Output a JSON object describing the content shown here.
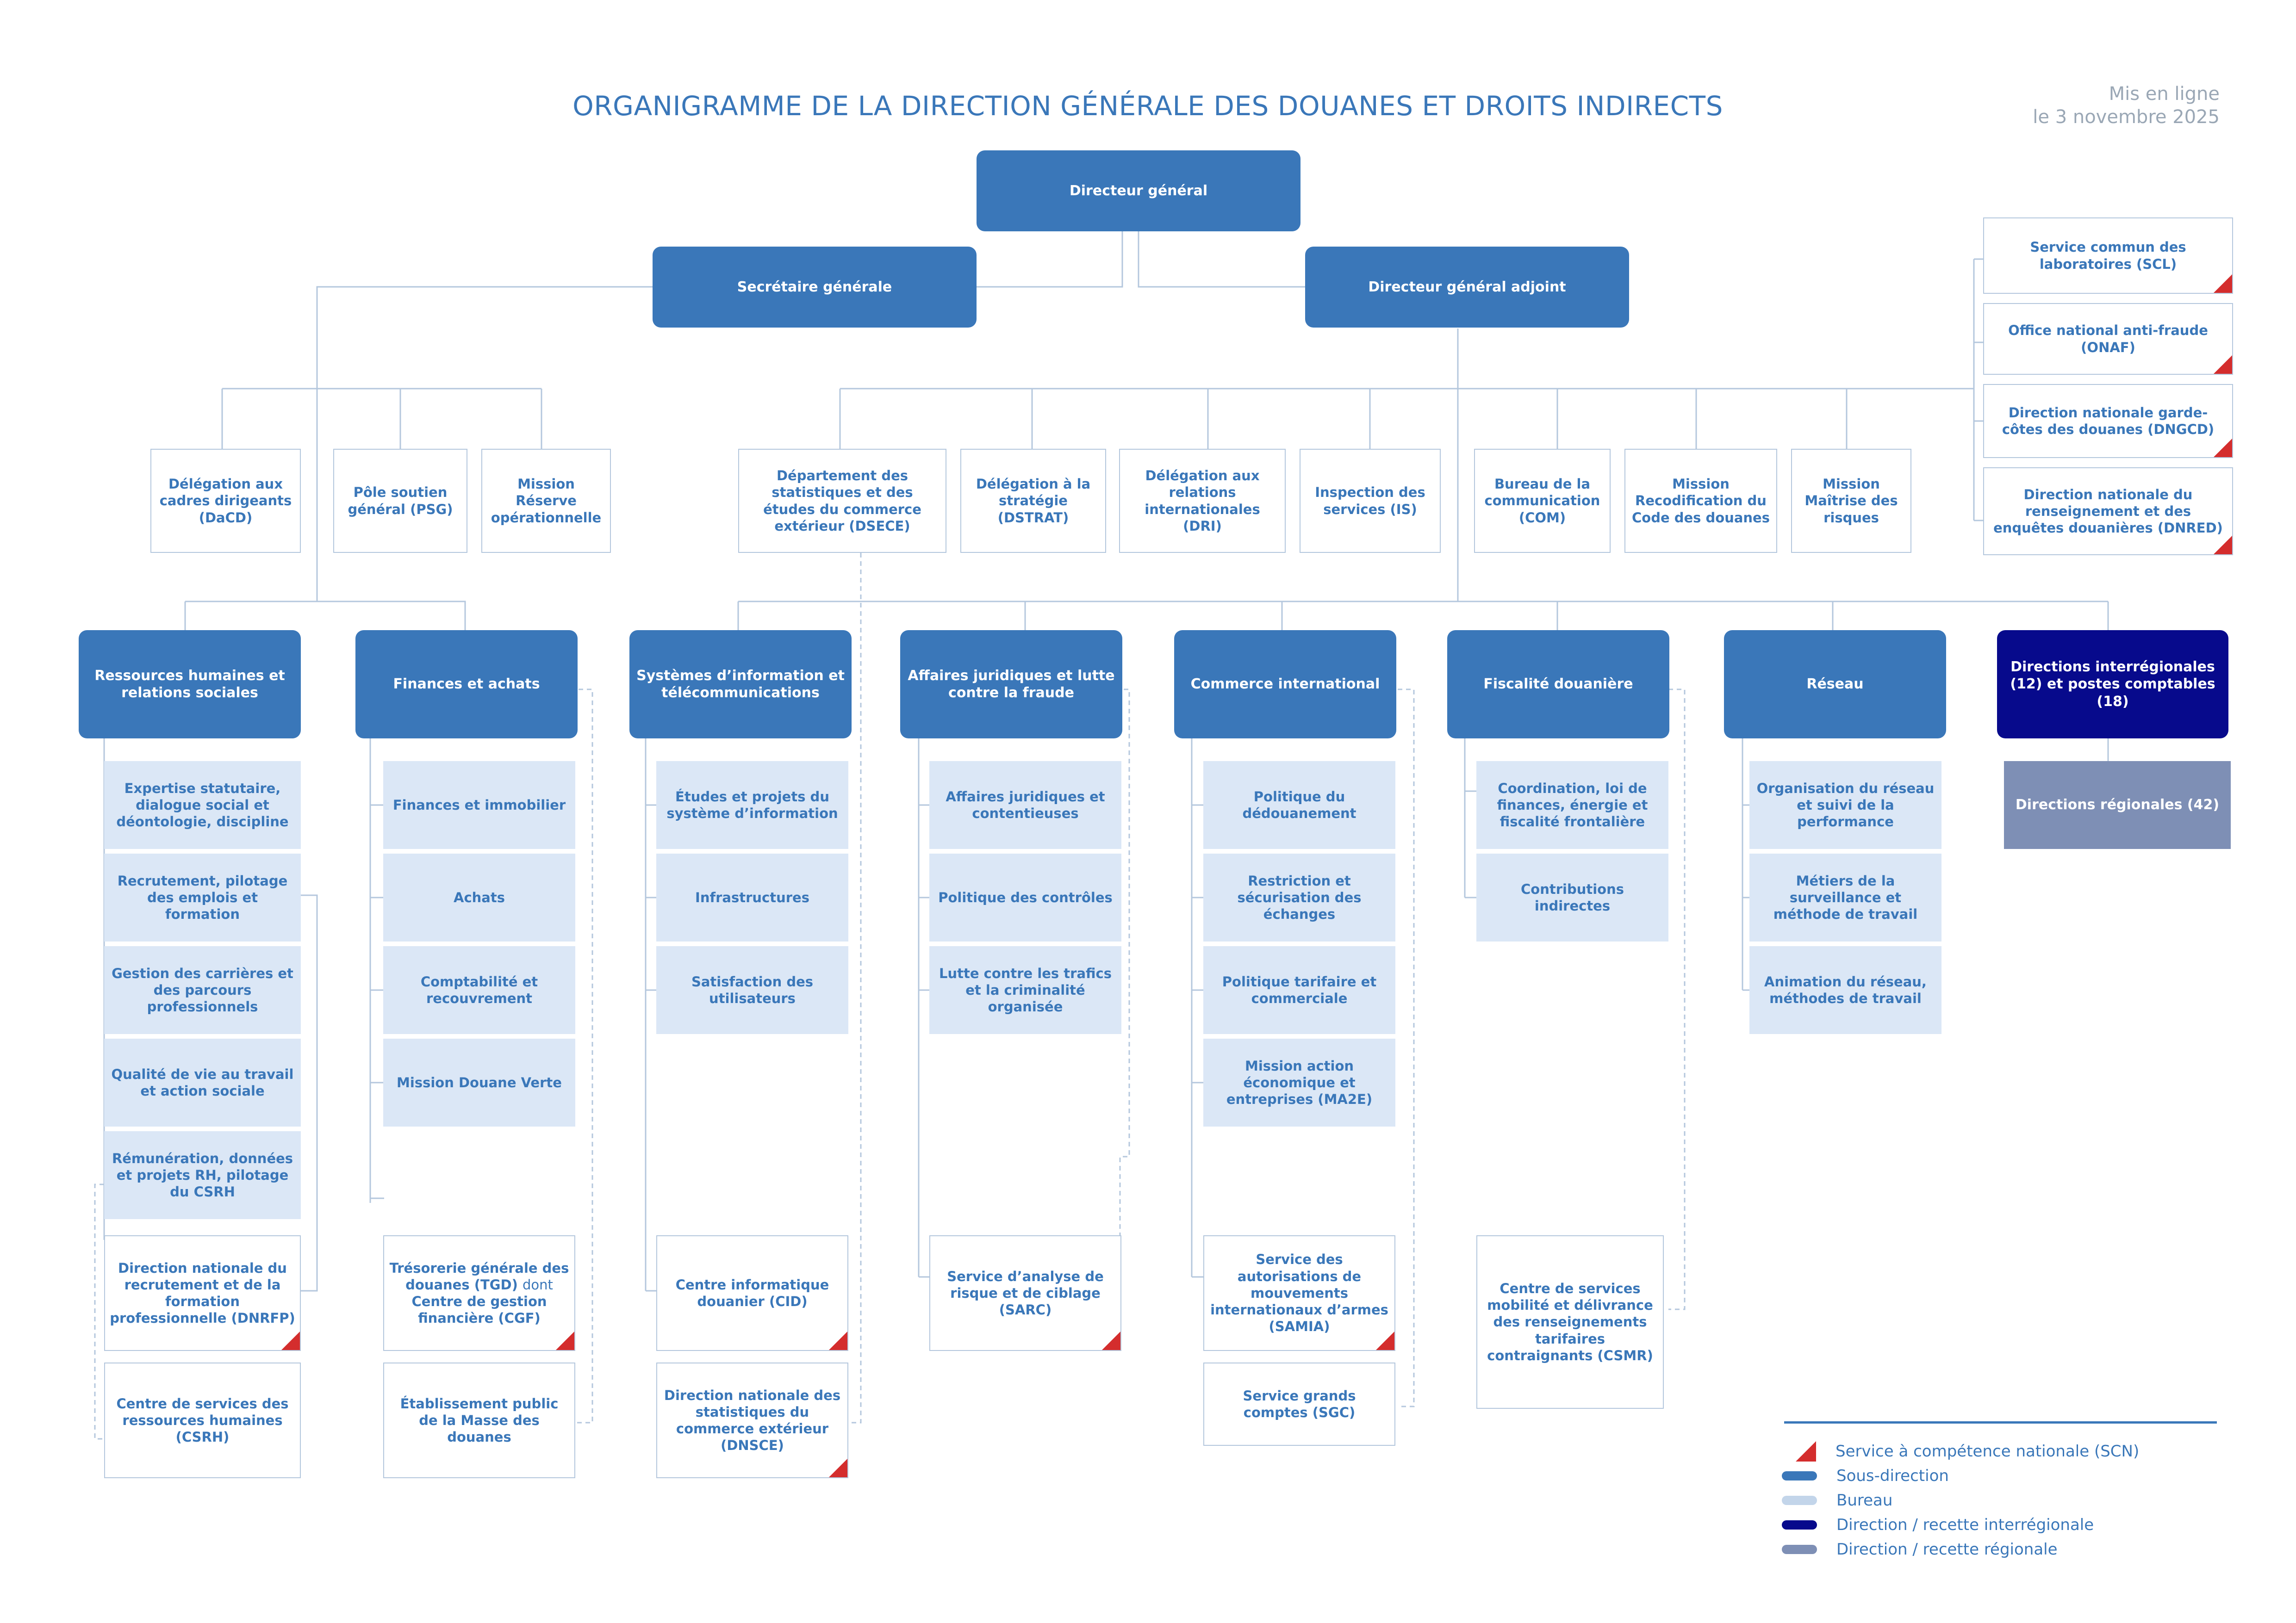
{
  "title": "ORGANIGRAMME DE LA DIRECTION GÉNÉRALE DES DOUANES ET DROITS INDIRECTS",
  "publication": {
    "line1": "Mis en ligne",
    "line2": "le 3 novembre 2025"
  },
  "colors": {
    "sous_direction": "#3a77b9",
    "bureau": "#dbe7f6",
    "interregionale": "#070a8c",
    "regionale": "#7e8fb5",
    "scn": "#d42d2d",
    "line": "#b4c7dd"
  },
  "top": {
    "dg": "Directeur général",
    "sg": "Secrétaire générale",
    "dga": "Directeur général adjoint"
  },
  "sg_units": {
    "dacd": "Délégation aux cadres dirigeants (DaCD)",
    "psg": "Pôle soutien général (PSG)",
    "mission_reserve": "Mission Réserve opérationnelle"
  },
  "dga_units": {
    "dsece": "Département des statistiques et des études du commerce extérieur (DSECE)",
    "dstrat": "Délégation à la stratégie (DSTRAT)",
    "dri": "Délégation aux relations internationales (DRI)",
    "is": "Inspection des services (IS)",
    "com": "Bureau de la communication (COM)",
    "mission_code": "Mission Recodification du Code des douanes",
    "mission_risques": "Mission Maîtrise des risques"
  },
  "scn_right": {
    "scl": "Service commun des laboratoires (SCL)",
    "onaf": "Office national anti-fraude (ONAF)",
    "dngcd": "Direction nationale garde-côtes des douanes (DNGCD)",
    "dnred": "Direction nationale du renseignement et des enquêtes douanières (DNRED)"
  },
  "sd": {
    "rh": {
      "title": "Ressources humaines et relations sociales",
      "b1": "Expertise statutaire, dialogue social et déontologie, discipline",
      "b2": "Recrutement, pilotage des emplois et formation",
      "b3": "Gestion des carrières et des parcours professionnels",
      "b4": "Qualité de vie au travail et action sociale",
      "b5": "Rémunération, données et projets RH, pilotage du CSRH",
      "s1": "Direction nationale du recrutement et de la formation professionnelle (DNRFP)",
      "s2": "Centre de services des ressources humaines (CSRH)"
    },
    "fin": {
      "title": "Finances et achats",
      "b1": "Finances et immobilier",
      "b2": "Achats",
      "b3": "Comptabilité et recouvrement",
      "b4": "Mission Douane Verte",
      "s1a": "Trésorerie générale des douanes (TGD)",
      "s1b": "dont",
      "s1c": "Centre de gestion financière (CGF)",
      "s2": "Établissement public de la Masse des douanes"
    },
    "si": {
      "title": "Systèmes d’information et télécommunications",
      "b1": "Études et projets du système d’information",
      "b2": "Infrastructures",
      "b3": "Satisfaction des utilisateurs",
      "s1": "Centre informatique douanier (CID)",
      "s2": "Direction nationale des statistiques du commerce extérieur (DNSCE)"
    },
    "aj": {
      "title": "Affaires juridiques et lutte contre la fraude",
      "b1": "Affaires juridiques et contentieuses",
      "b2": "Politique des contrôles",
      "b3": "Lutte contre les trafics et la criminalité organisée",
      "s1": "Service d’analyse de risque et de ciblage (SARC)"
    },
    "ci": {
      "title": "Commerce international",
      "b1": "Politique du dédouanement",
      "b2": "Restriction et sécurisation des échanges",
      "b3": "Politique tarifaire et commerciale",
      "b4": "Mission action économique et entreprises (MA2E)",
      "s1": "Service des autorisations de mouvements internationaux d’armes (SAMIA)",
      "s2": "Service grands comptes (SGC)"
    },
    "fisc": {
      "title": "Fiscalité douanière",
      "b1": "Coordination, loi de finances, énergie et fiscalité frontalière",
      "b2": "Contributions indirectes",
      "s1": "Centre de services mobilité et délivrance des renseignements tarifaires contraignants (CSMR)"
    },
    "res": {
      "title": "Réseau",
      "b1": "Organisation du réseau et suivi de la performance",
      "b2": "Métiers de la surveillance et méthode de travail",
      "b3": "Animation du réseau, méthodes de travail"
    },
    "dir": {
      "title": "Directions interrégionales (12) et postes comptables (18)",
      "b1": "Directions régionales (42)"
    }
  },
  "legend": {
    "scn": "Service à compétence nationale (SCN)",
    "sous_direction": "Sous-direction",
    "bureau": "Bureau",
    "interregionale": "Direction / recette interrégionale",
    "regionale": "Direction / recette régionale"
  }
}
